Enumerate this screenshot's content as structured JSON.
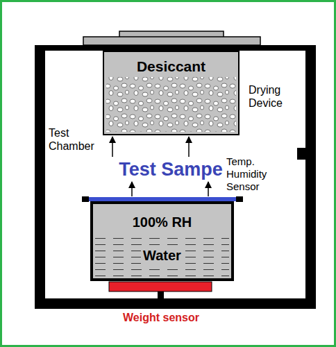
{
  "diagram": {
    "nodes": [
      {
        "text": [
          "Test Chamber"
        ]
      },
      {
        "text": [
          "Desiccant"
        ],
        "in": 0
      },
      {
        "text": [
          "100% RH",
          "Water"
        ],
        "in": 0
      }
    ],
    "labels": [
      "Drying Device",
      "Test Sampe",
      "Temp. Humidity Sensor",
      "Weight sensor"
    ]
  }
}
